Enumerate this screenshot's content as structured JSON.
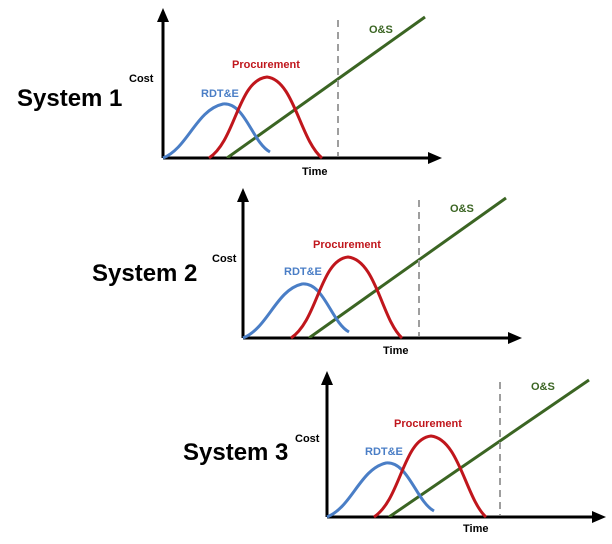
{
  "colors": {
    "rdte": "#4a7ec6",
    "procurement": "#c0161c",
    "os": "#3b6523",
    "axis": "#000000",
    "divider": "#9e9e9e"
  },
  "labels": {
    "cost": "Cost",
    "time": "Time",
    "rdte": "RDT&E",
    "procurement": "Procurement",
    "os": "O&S"
  },
  "systems": [
    {
      "title": "System 1"
    },
    {
      "title": "System 2"
    },
    {
      "title": "System 3"
    }
  ]
}
